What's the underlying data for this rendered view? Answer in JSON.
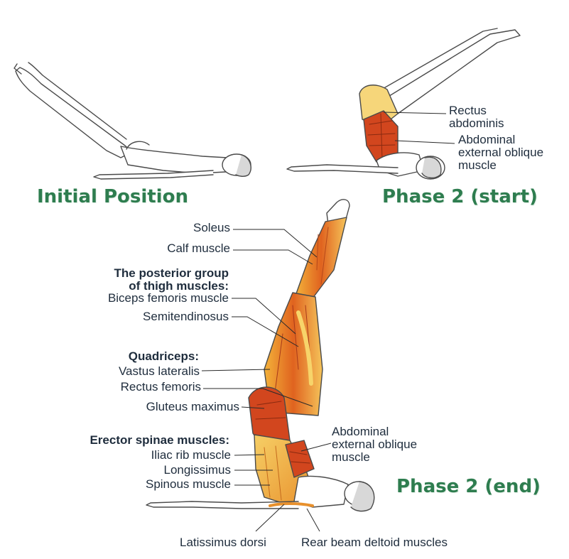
{
  "titles": {
    "initial": "Initial Position",
    "start": "Phase 2 (start)",
    "end": "Phase 2 (end)"
  },
  "start_labels": {
    "rectus": [
      "Rectus",
      "abdominis"
    ],
    "oblique": [
      "Abdominal",
      "external oblique",
      "muscle"
    ]
  },
  "end_labels": {
    "soleus": "Soleus",
    "calf": "Calf muscle",
    "posterior_group": [
      "The posterior group",
      "of thigh muscles:"
    ],
    "biceps_femoris": "Biceps femoris muscle",
    "semitendinosus": "Semitendinosus",
    "quadriceps": "Quadriceps:",
    "vastus_lateralis": "Vastus lateralis",
    "rectus_femoris": "Rectus femoris",
    "gluteus": "Gluteus maximus",
    "erector": "Erector spinae muscles:",
    "iliac_rib": "Iliac rib muscle",
    "longissimus": "Longissimus",
    "spinous": "Spinous muscle",
    "oblique": [
      "Abdominal",
      "external oblique",
      "muscle"
    ],
    "latissimus": "Latissimus dorsi",
    "rear_deltoid": "Rear beam deltoid muscles"
  },
  "colors": {
    "title_green": "#2e7d4f",
    "label_text": "#1f2d3d",
    "muscle_red": "#d2461e",
    "muscle_orange": "#f0a030",
    "muscle_yellow": "#f7d46a",
    "outline": "#4a4a4a"
  }
}
